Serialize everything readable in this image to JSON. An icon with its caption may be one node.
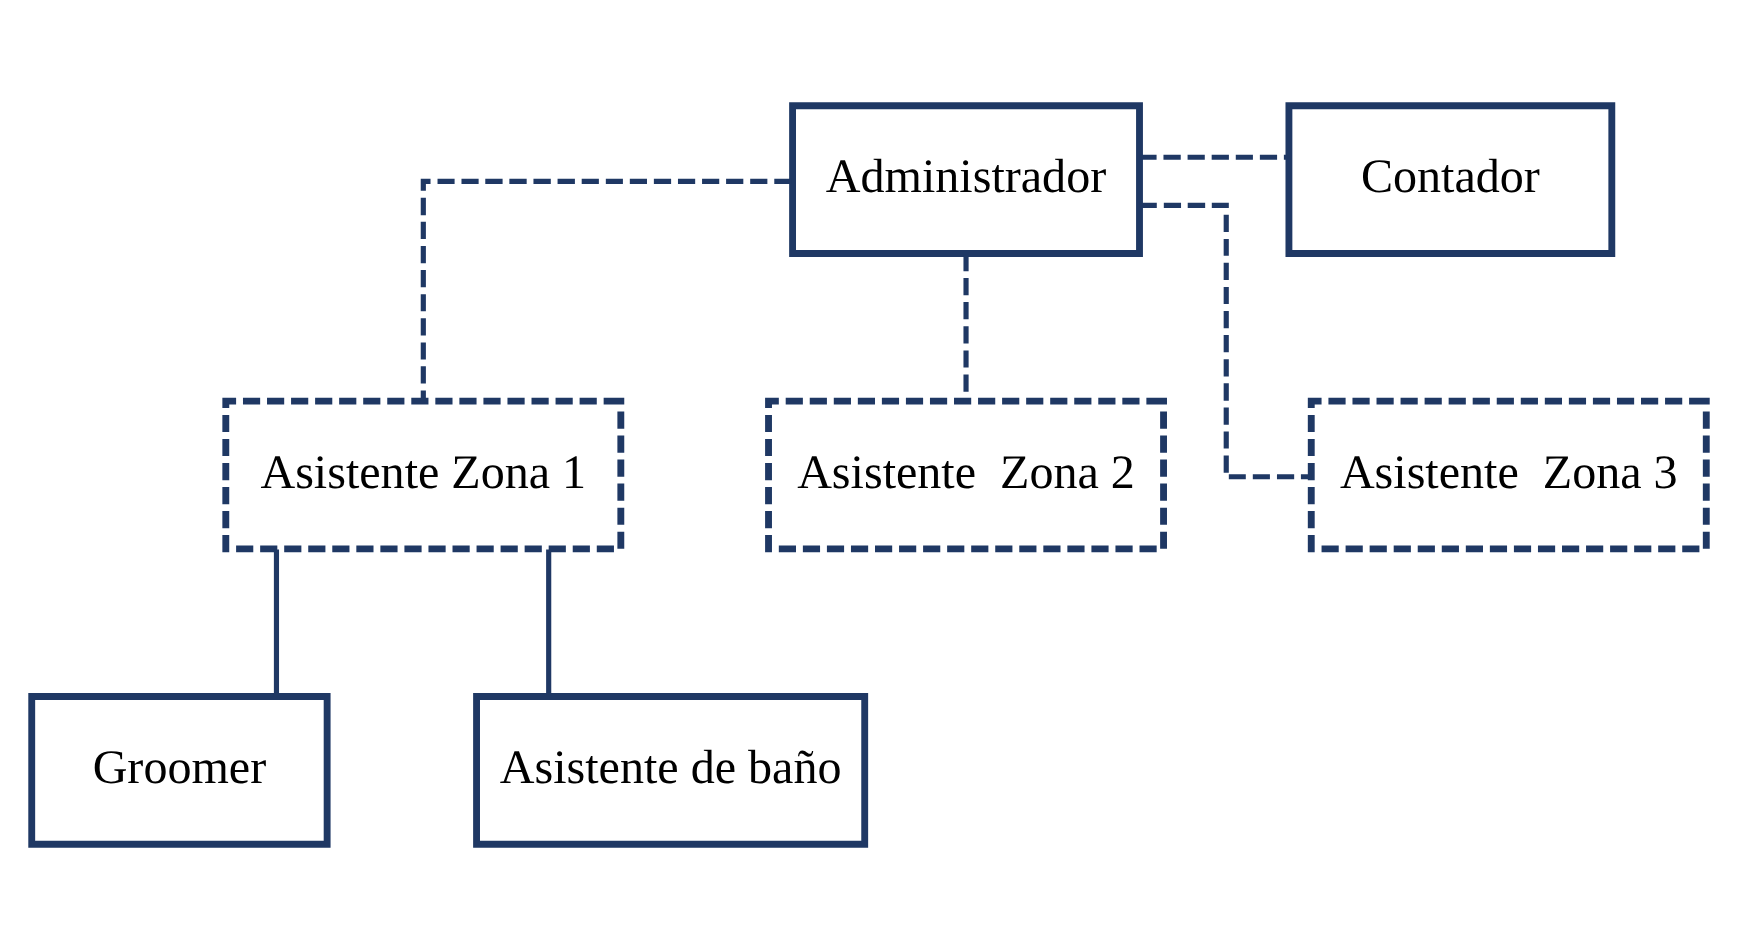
{
  "diagram": {
    "nodes": [
      {
        "text": [
          "Administrador"
        ]
      },
      {
        "text": [
          "Contador"
        ]
      },
      {
        "text": [
          "Asistente Zona 1"
        ]
      },
      {
        "text": [
          "Asistente  Zona 2"
        ]
      },
      {
        "text": [
          "Asistente  Zona 3"
        ]
      },
      {
        "text": [
          "Groomer"
        ]
      },
      {
        "text": [
          "Asistente de baño"
        ]
      }
    ],
    "edges": [
      {
        "from": 0,
        "to": 1,
        "arrow": "none",
        "style": "dashed"
      },
      {
        "from": 0,
        "to": 2,
        "arrow": "none",
        "style": "dashed"
      },
      {
        "from": 0,
        "to": 3,
        "arrow": "none",
        "style": "dashed"
      },
      {
        "from": 0,
        "to": 4,
        "arrow": "none",
        "style": "dashed"
      },
      {
        "from": 2,
        "to": 5,
        "arrow": "none"
      },
      {
        "from": 2,
        "to": 6,
        "arrow": "none"
      }
    ]
  }
}
